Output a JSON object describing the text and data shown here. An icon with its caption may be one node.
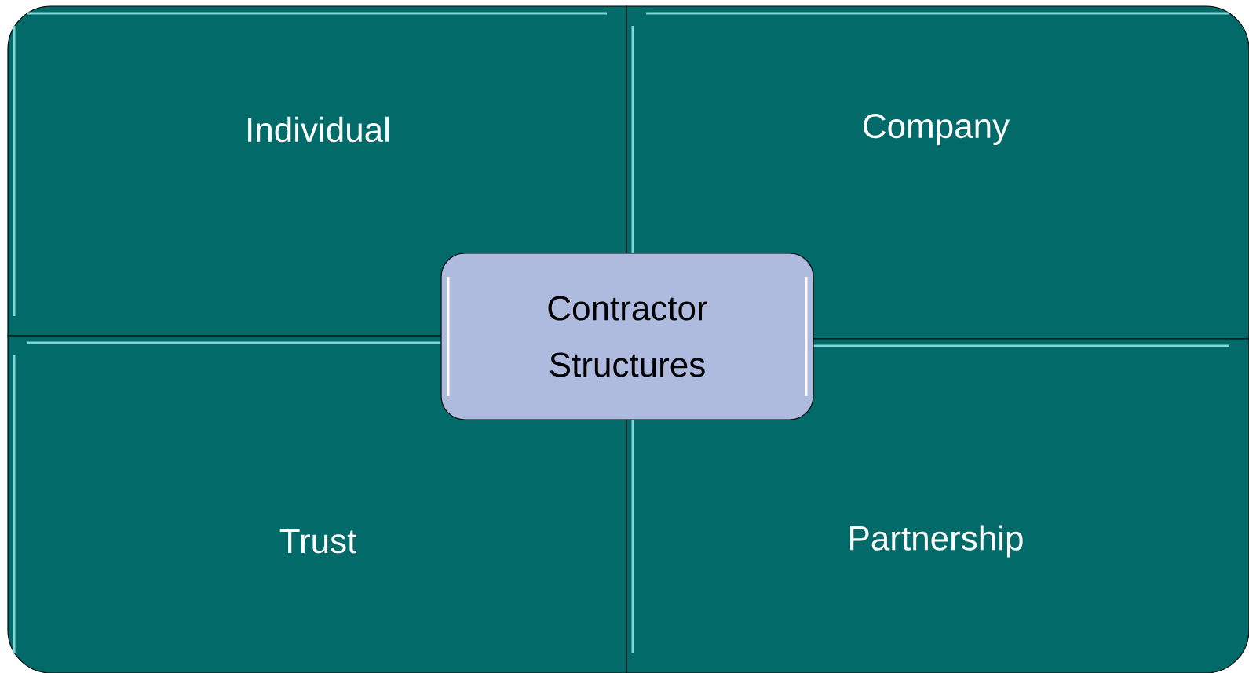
{
  "diagram": {
    "nodes": [
      {
        "text": [
          "Individual"
        ]
      },
      {
        "text": [
          "Company"
        ]
      },
      {
        "text": [
          "Trust"
        ]
      },
      {
        "text": [
          "Partnership"
        ]
      },
      {
        "text": [
          "Contractor Structures"
        ]
      }
    ]
  }
}
